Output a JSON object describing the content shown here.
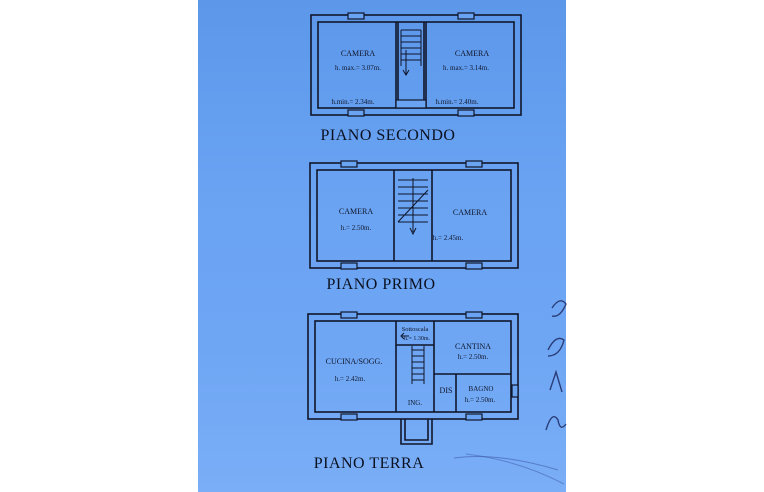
{
  "floors": [
    {
      "title": "PIANO SECONDO",
      "rooms": [
        {
          "name": "CAMERA",
          "height_max": "h. max.= 3.07m.",
          "height_min": "h.min.= 2.34m."
        },
        {
          "name": "CAMERA",
          "height_max": "h. max.= 3.14m.",
          "height_min": "h.min.= 2.40m."
        }
      ]
    },
    {
      "title": "PIANO PRIMO",
      "rooms": [
        {
          "name": "CAMERA",
          "height": "h.= 2.50m."
        },
        {
          "name": "CAMERA",
          "height": "h.= 2.45m."
        }
      ]
    },
    {
      "title": "PIANO TERRA",
      "rooms": [
        {
          "name": "CUCINA/SOGG.",
          "height": "h.= 2.42m."
        },
        {
          "name": "Sottoscala",
          "height": "h.= 1.30m."
        },
        {
          "name": "CANTINA",
          "height": "h.= 2.50m."
        },
        {
          "name": "BAGNO",
          "height": "h.= 2.50m."
        }
      ],
      "labels": {
        "dis": "DIS",
        "ing": "ING."
      }
    }
  ],
  "colors": {
    "paper": "#6aa3f2",
    "ink": "#10162a",
    "handwriting": "#1e2b63"
  }
}
